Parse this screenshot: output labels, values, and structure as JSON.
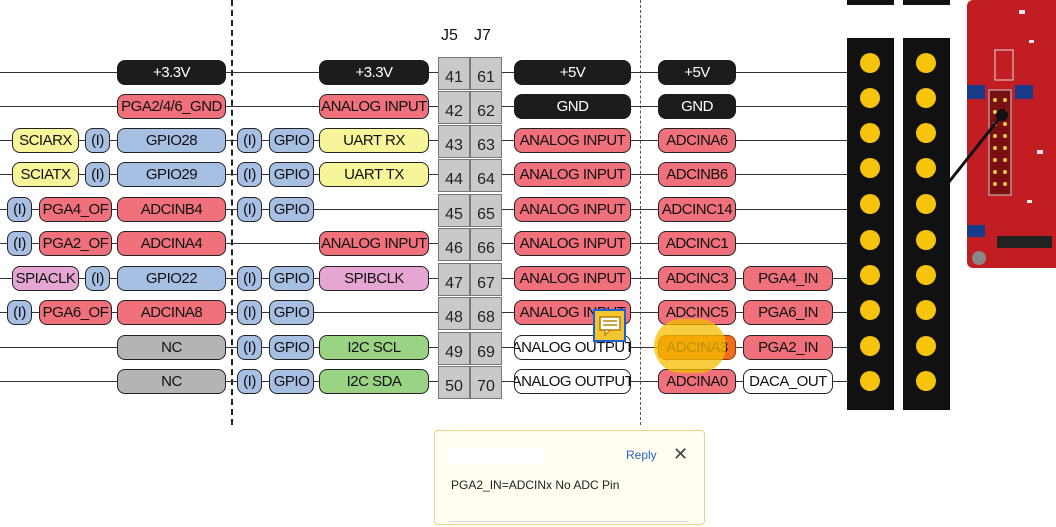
{
  "pinout": {
    "headers": [
      "J5",
      "J7"
    ],
    "rows": [
      {
        "j5": "41",
        "j7": "61",
        "c1": "",
        "c2": "",
        "c3": "+3.3V",
        "c4": "",
        "c5": "",
        "c6": "+3.3V",
        "r1": "+5V",
        "r2": "+5V",
        "r3": ""
      },
      {
        "j5": "42",
        "j7": "62",
        "c1": "",
        "c2": "",
        "c3": "PGA2/4/6_GND",
        "c4": "",
        "c5": "",
        "c6": "ANALOG INPUT",
        "r1": "GND",
        "r2": "GND",
        "r3": ""
      },
      {
        "j5": "43",
        "j7": "63",
        "c1": "SCIARX",
        "c2": "(I)",
        "c3": "GPIO28",
        "c4": "(I)",
        "c5": "GPIO",
        "c6": "UART RX",
        "r1": "ANALOG INPUT",
        "r2": "ADCINA6",
        "r3": ""
      },
      {
        "j5": "44",
        "j7": "64",
        "c1": "SCIATX",
        "c2": "(I)",
        "c3": "GPIO29",
        "c4": "(I)",
        "c5": "GPIO",
        "c6": "UART TX",
        "r1": "ANALOG INPUT",
        "r2": "ADCINB6",
        "r3": ""
      },
      {
        "j5": "45",
        "j7": "65",
        "c1": "(I)",
        "c2": "PGA4_OF",
        "c3": "ADCINB4",
        "c4": "(I)",
        "c5": "GPIO",
        "c6": "",
        "r1": "ANALOG INPUT",
        "r2": "ADCINC14",
        "r3": ""
      },
      {
        "j5": "46",
        "j7": "66",
        "c1": "(I)",
        "c2": "PGA2_OF",
        "c3": "ADCINA4",
        "c4": "",
        "c5": "",
        "c6": "ANALOG INPUT",
        "r1": "ANALOG INPUT",
        "r2": "ADCINC1",
        "r3": ""
      },
      {
        "j5": "47",
        "j7": "67",
        "c1": "SPIACLK",
        "c2": "(I)",
        "c3": "GPIO22",
        "c4": "(I)",
        "c5": "GPIO",
        "c6": "SPIBCLK",
        "r1": "ANALOG INPUT",
        "r2": "ADCINC3",
        "r3": "PGA4_IN"
      },
      {
        "j5": "48",
        "j7": "68",
        "c1": "(I)",
        "c2": "PGA6_OF",
        "c3": "ADCINA8",
        "c4": "(I)",
        "c5": "GPIO",
        "c6": "",
        "r1": "ANALOG INPUT",
        "r2": "ADCINC5",
        "r3": "PGA6_IN"
      },
      {
        "j5": "49",
        "j7": "69",
        "c1": "",
        "c2": "",
        "c3": "NC",
        "c4": "(I)",
        "c5": "GPIO",
        "c6": "I2C SCL",
        "r1": "ANALOG OUTPUT",
        "r2": "ADCINA3",
        "r3": "PGA2_IN"
      },
      {
        "j5": "50",
        "j7": "70",
        "c1": "",
        "c2": "",
        "c3": "NC",
        "c4": "(I)",
        "c5": "GPIO",
        "c6": "I2C SDA",
        "r1": "ANALOG OUTPUT",
        "r2": "ADCINA0",
        "r3": "DACA_OUT"
      }
    ]
  },
  "comment": {
    "reply_label": "Reply",
    "close_glyph": "✕",
    "text": "PGA2_IN=ADCINx No ADC Pin"
  },
  "icons": {
    "comment": "comment-icon",
    "close": "close-icon"
  },
  "colors": {
    "power": "#1c1c1c",
    "gpio_blue": "#a6bfe3",
    "analog_red": "#f0717b",
    "uart_yellow": "#f6f59a",
    "spi_pink": "#e6a6d4",
    "i2c_green": "#9ad384",
    "nc_gray": "#b4b4b4",
    "header_pin_yellow": "#f6c40d",
    "highlight_orange": "#f26d1c",
    "link_blue": "#2b63c4"
  }
}
